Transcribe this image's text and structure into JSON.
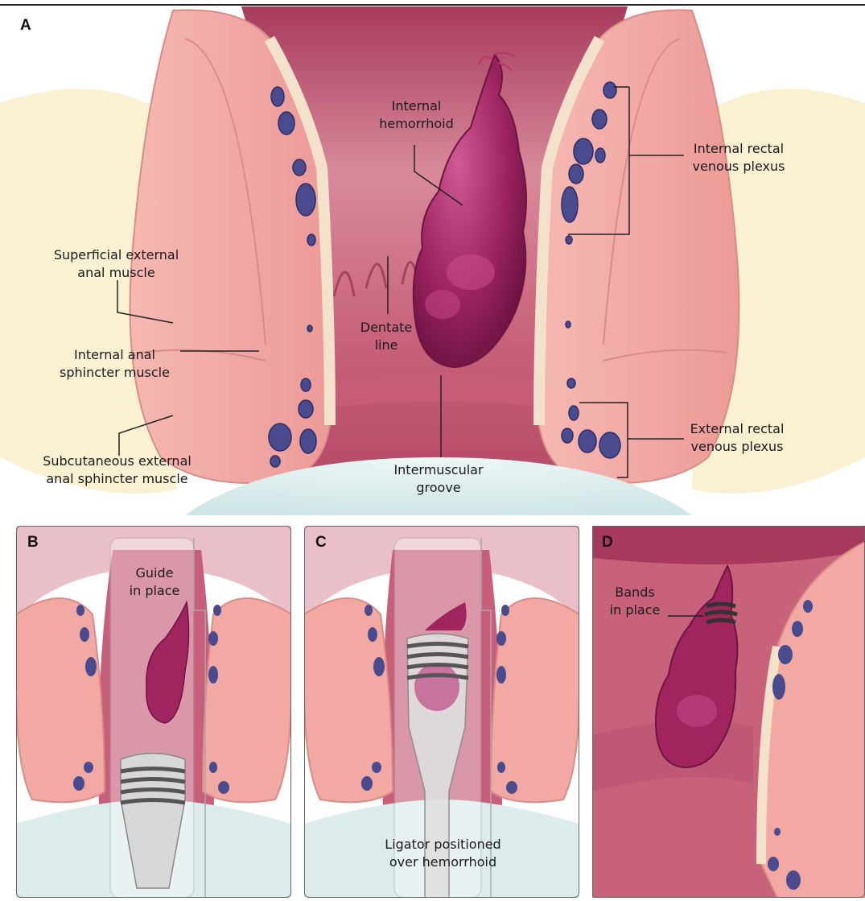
{
  "panels": {
    "a": {
      "letter": "A",
      "labels": {
        "internal_hemorrhoid": [
          "Internal",
          "hemorrhoid"
        ],
        "internal_rectal_plexus": [
          "Internal rectal",
          "venous plexus"
        ],
        "superficial_external": [
          "Superficial external",
          "anal muscle"
        ],
        "dentate_line": [
          "Dentate",
          "line"
        ],
        "internal_anal_sphincter": [
          "Internal anal",
          "sphincter muscle"
        ],
        "external_rectal_plexus": [
          "External rectal",
          "venous plexus"
        ],
        "subcutaneous_external": [
          "Subcutaneous external",
          "anal sphincter muscle"
        ],
        "intermuscular_groove": [
          "Intermuscular",
          "groove"
        ]
      }
    },
    "b": {
      "letter": "B",
      "labels": {
        "guide": [
          "Guide",
          "in place"
        ]
      }
    },
    "c": {
      "letter": "C",
      "labels": {
        "ligator": [
          "Ligator positioned",
          "over hemorrhoid"
        ]
      }
    },
    "d": {
      "letter": "D",
      "labels": {
        "bands": [
          "Bands",
          "in place"
        ]
      }
    }
  },
  "colors": {
    "muscle": "#f2a9a4",
    "muscle_dark": "#e28f8c",
    "lumen": "#c55a76",
    "lumen_dark": "#8f2f4d",
    "hemorrhoid": "#a0245e",
    "vein": "#4a4a8e",
    "fat": "#f6edc4",
    "skin": "#f5e6d3",
    "background_blue": "#dcecec"
  }
}
